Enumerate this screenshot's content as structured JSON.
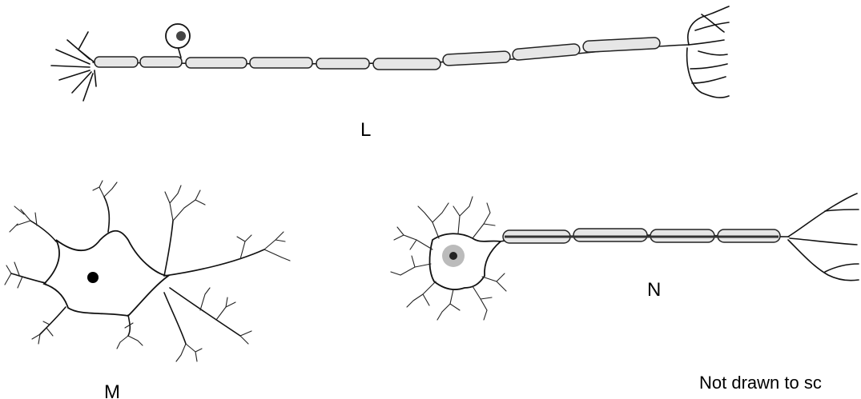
{
  "labels": {
    "neuron_l": "L",
    "neuron_m": "M",
    "neuron_n": "N",
    "scale_note": "Not drawn to sc"
  }
}
